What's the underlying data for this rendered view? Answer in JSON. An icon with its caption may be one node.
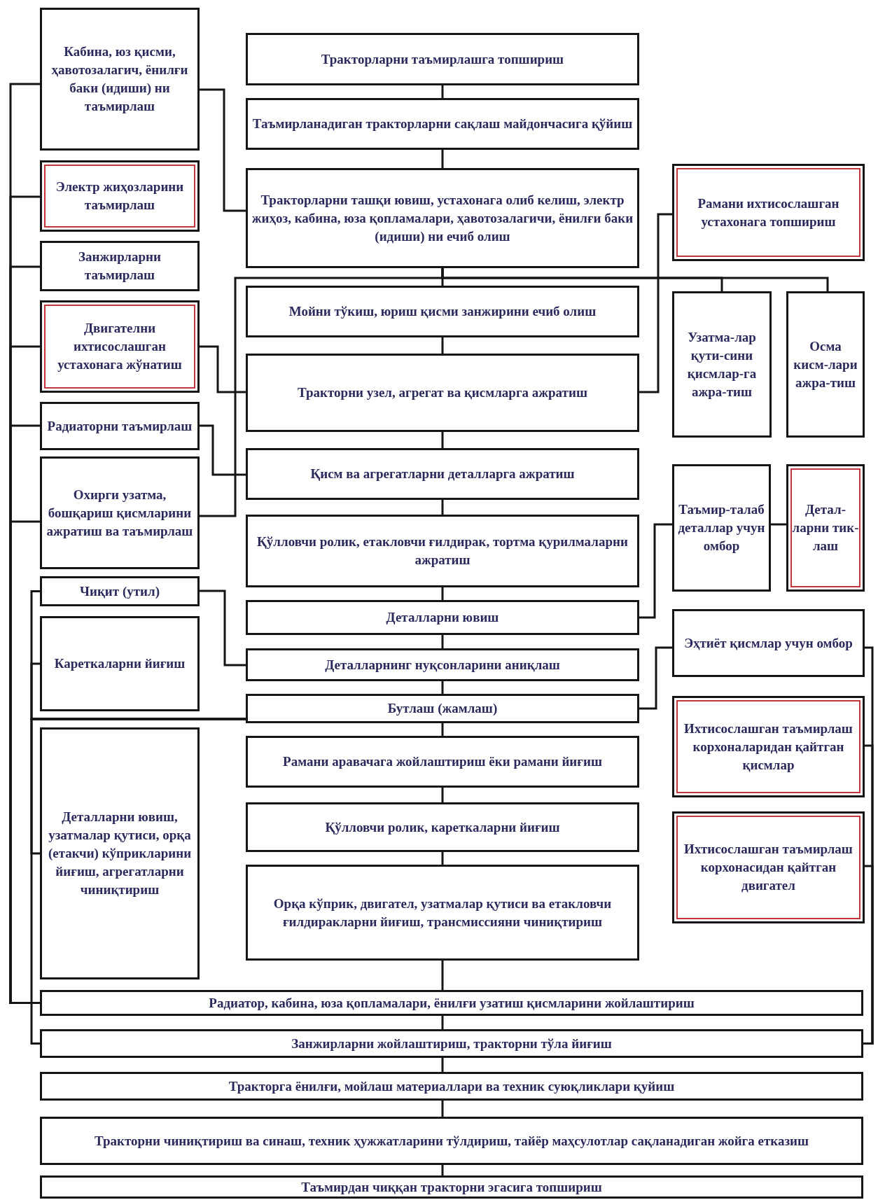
{
  "diagram": {
    "nodes": [
      {
        "text": [
          "Кабина, юз қисми, ҳавотозалагич, ёнилғи баки (идиши) ни таъмирлаш"
        ]
      },
      {
        "text": [
          "Тракторларни таъмирлашга топшириш"
        ]
      },
      {
        "text": [
          "Таъмирланадиган тракторларни сақлаш майдончасига қўйиш"
        ]
      },
      {
        "text": [
          "Электр жиҳозларини таъмирлаш"
        ]
      },
      {
        "text": [
          "Тракторларни ташқи ювиш, устахонага олиб келиш, электр жиҳоз, кабина, юза қопламалари, ҳавотозалагичи, ёнилғи баки (идиши) ни ечиб олиш"
        ]
      },
      {
        "text": [
          "Рамани ихтисослашган устахонага топшириш"
        ]
      },
      {
        "text": [
          "Занжирларни таъмирлаш"
        ]
      },
      {
        "text": [
          "Двигателни ихтисослашган устахонага жўнатиш"
        ]
      },
      {
        "text": [
          "Мойни тўкиш, юриш қисми занжирини ечиб олиш"
        ]
      },
      {
        "text": [
          "Узатма-лар қути-сини қисмлар-га ажра-тиш"
        ]
      },
      {
        "text": [
          "Осма кисм-лари ажра-тиш"
        ]
      },
      {
        "text": [
          "Тракторни узел, агрегат ва қисмларга ажратиш"
        ]
      },
      {
        "text": [
          "Радиаторни таъмирлаш"
        ]
      },
      {
        "text": [
          "Охирги узатма, бошқариш қисмларини ажратиш ва таъмирлаш"
        ]
      },
      {
        "text": [
          "Қисм ва агрегатларни деталларга ажратиш"
        ]
      },
      {
        "text": [
          "Қўлловчи ролик, етакловчи ғилдирак, тортма қурилмаларни ажратиш"
        ]
      },
      {
        "text": [
          "Таъмир-талаб деталлар учун омбор"
        ]
      },
      {
        "text": [
          "Детал-ларни тик-лаш"
        ]
      },
      {
        "text": [
          "Чиқит (утил)"
        ]
      },
      {
        "text": [
          "Деталларни ювиш"
        ]
      },
      {
        "text": [
          "Кареткаларни йиғиш"
        ]
      },
      {
        "text": [
          "Деталларнинг нуқсонларини аниқлаш"
        ]
      },
      {
        "text": [
          "Эҳтиёт қисмлар учун омбор"
        ]
      },
      {
        "text": [
          "Бутлаш (жамлаш)"
        ]
      },
      {
        "text": [
          "Ихтисослашган таъмирлаш корхоналаридан қайтган қисмлар"
        ]
      },
      {
        "text": [
          "Деталларни ювиш, узатмалар қутиси, орқа (етакчи) кўприкларини йиғиш, агрегатларни чиниқтириш"
        ]
      },
      {
        "text": [
          "Рамани аравачага жойлаштириш ёки рамани йиғиш"
        ]
      },
      {
        "text": [
          "Қўлловчи ролик, кареткаларни йиғиш"
        ]
      },
      {
        "text": [
          "Ихтисослашган таъмирлаш корхонасидан қайтган двигател"
        ]
      },
      {
        "text": [
          "Орқа кўприк, двигател, узатмалар қутиси ва етакловчи ғилдиракларни йиғиш, трансмиссияни чиниқтириш"
        ]
      },
      {
        "text": [
          "Радиатор, кабина, юза қопламалари, ёнилғи узатиш қисмларини жойлаштириш"
        ]
      },
      {
        "text": [
          "Занжирларни жойлаштириш, тракторни тўла йиғиш"
        ]
      },
      {
        "text": [
          "Тракторга ёнилғи, мойлаш материаллари ва техник суюқликлари қуйиш"
        ]
      },
      {
        "text": [
          "Тракторни чиниқтириш ва синаш, техник ҳужжатларини тўлдириш, тайёр маҳсулотлар сақланадиган жойга етказиш"
        ]
      },
      {
        "text": [
          "Таъмирдан чиққан тракторни эгасига топшириш"
        ]
      }
    ],
    "edges": [
      {
        "from": 1,
        "to": 2,
        "arrow": "none"
      },
      {
        "from": 2,
        "to": 4,
        "arrow": "none"
      },
      {
        "from": 4,
        "to": 8,
        "arrow": "none"
      },
      {
        "from": 8,
        "to": 11,
        "arrow": "none"
      },
      {
        "from": 11,
        "to": 14,
        "arrow": "none"
      },
      {
        "from": 14,
        "to": 15,
        "arrow": "none"
      },
      {
        "from": 15,
        "to": 19,
        "arrow": "none"
      },
      {
        "from": 19,
        "to": 21,
        "arrow": "none"
      },
      {
        "from": 21,
        "to": 23,
        "arrow": "none"
      },
      {
        "from": 23,
        "to": 26,
        "arrow": "none"
      },
      {
        "from": 26,
        "to": 27,
        "arrow": "none"
      },
      {
        "from": 27,
        "to": 29,
        "arrow": "none"
      },
      {
        "from": 29,
        "to": 30,
        "arrow": "none"
      },
      {
        "from": 30,
        "to": 31,
        "arrow": "none"
      },
      {
        "from": 31,
        "to": 32,
        "arrow": "none"
      },
      {
        "from": 32,
        "to": 33,
        "arrow": "none"
      },
      {
        "from": 33,
        "to": 34,
        "arrow": "none"
      },
      {
        "from": 0,
        "to": 4,
        "arrow": "none"
      },
      {
        "from": 4,
        "to": 9,
        "arrow": "none"
      },
      {
        "from": 4,
        "to": 10,
        "arrow": "none"
      },
      {
        "from": 4,
        "to": 13,
        "arrow": "none"
      },
      {
        "from": 11,
        "to": 5,
        "arrow": "none"
      },
      {
        "from": 7,
        "to": 11,
        "arrow": "none"
      },
      {
        "from": 12,
        "to": 14,
        "arrow": "none"
      },
      {
        "from": 19,
        "to": 16,
        "arrow": "none"
      },
      {
        "from": 16,
        "to": 17,
        "arrow": "none"
      },
      {
        "from": 18,
        "to": 21,
        "arrow": "none"
      },
      {
        "from": 22,
        "to": 23,
        "arrow": "none"
      },
      {
        "from": 23,
        "to": 18,
        "arrow": "none"
      },
      {
        "from": 23,
        "to": 20,
        "arrow": "none"
      },
      {
        "from": 23,
        "to": 25,
        "arrow": "none"
      },
      {
        "from": 23,
        "to": 31,
        "arrow": "none"
      },
      {
        "from": 0,
        "to": 30,
        "arrow": "none"
      },
      {
        "from": 3,
        "to": 30,
        "arrow": "none"
      },
      {
        "from": 6,
        "to": 30,
        "arrow": "none"
      },
      {
        "from": 7,
        "to": 30,
        "arrow": "none"
      },
      {
        "from": 12,
        "to": 30,
        "arrow": "none"
      },
      {
        "from": 13,
        "to": 30,
        "arrow": "none"
      },
      {
        "from": 22,
        "to": 31,
        "arrow": "none"
      },
      {
        "from": 24,
        "to": 31,
        "arrow": "none"
      },
      {
        "from": 28,
        "to": 31,
        "arrow": "none"
      }
    ]
  }
}
